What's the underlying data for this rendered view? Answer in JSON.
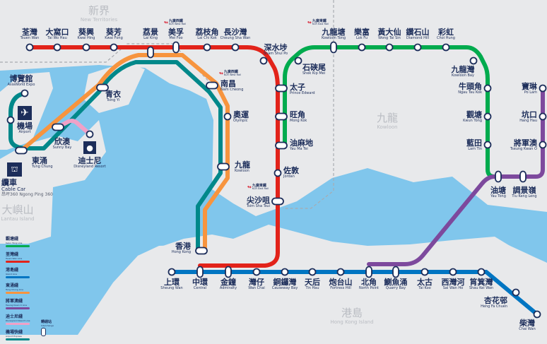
{
  "colors": {
    "tsuen_wan": "#e2231a",
    "kwun_tong": "#00ab4e",
    "island": "#0075c2",
    "tung_chung": "#f7943e",
    "tseung_kwan_o": "#7d499d",
    "disneyland": "#f0a1c7",
    "airport_express": "#00888a",
    "water": "#80c6ec",
    "land": "#e8e9eb",
    "text": "#1c2d5a"
  },
  "areas": [
    {
      "zh": "新界",
      "en": "New Territories"
    },
    {
      "zh": "九龍",
      "en": "Kowloon"
    },
    {
      "zh": "港島",
      "en": "Hong Kong Island"
    },
    {
      "zh": "大嶼山",
      "en": "Lantau Island"
    }
  ],
  "kcr": [
    {
      "zh": "九廣西鐵",
      "en": "KCR West Rail"
    },
    {
      "zh": "九廣西鐵",
      "en": "KCR West Rail"
    },
    {
      "zh": "九廣東鐵",
      "en": "KCR East Rail"
    },
    {
      "zh": "九廣東鐵",
      "en": "KCR East Rail"
    }
  ],
  "cable_car": {
    "zh": "纜車",
    "en": "Cable Car",
    "sub": "昂坪360 Ngong Ping 360"
  },
  "stations": [
    {
      "zh": "荃灣",
      "en": "Tsuen Wan"
    },
    {
      "zh": "大窩口",
      "en": "Tai Wo Hau"
    },
    {
      "zh": "葵興",
      "en": "Kwai Hing"
    },
    {
      "zh": "葵芳",
      "en": "Kwai Fong"
    },
    {
      "zh": "荔景",
      "en": "Lai King"
    },
    {
      "zh": "美孚",
      "en": "Mei Foo"
    },
    {
      "zh": "荔枝角",
      "en": "Lai Chi Kok"
    },
    {
      "zh": "長沙灣",
      "en": "Cheung Sha Wan"
    },
    {
      "zh": "深水埗",
      "en": "Sham Shui Po"
    },
    {
      "zh": "太子",
      "en": "Prince Edward"
    },
    {
      "zh": "旺角",
      "en": "Mong Kok"
    },
    {
      "zh": "油麻地",
      "en": "Yau Ma Tei"
    },
    {
      "zh": "佐敦",
      "en": "Jordan"
    },
    {
      "zh": "尖沙咀",
      "en": "Tsim Sha Tsui"
    },
    {
      "zh": "石硤尾",
      "en": "Shek Kip Mei"
    },
    {
      "zh": "九龍塘",
      "en": "Kowloon Tong"
    },
    {
      "zh": "樂富",
      "en": "Lok Fu"
    },
    {
      "zh": "黃大仙",
      "en": "Wong Tai Sin"
    },
    {
      "zh": "鑽石山",
      "en": "Diamond Hill"
    },
    {
      "zh": "彩虹",
      "en": "Choi Hung"
    },
    {
      "zh": "九龍灣",
      "en": "Kowloon Bay"
    },
    {
      "zh": "牛頭角",
      "en": "Ngau Tau Kok"
    },
    {
      "zh": "觀塘",
      "en": "Kwun Tong"
    },
    {
      "zh": "藍田",
      "en": "Lam Tin"
    },
    {
      "zh": "油塘",
      "en": "Yau Tong"
    },
    {
      "zh": "調景嶺",
      "en": "Tiu Keng Leng"
    },
    {
      "zh": "寶琳",
      "en": "Po Lam"
    },
    {
      "zh": "坑口",
      "en": "Hang Hau"
    },
    {
      "zh": "將軍澳",
      "en": "Tseung Kwan O"
    },
    {
      "zh": "南昌",
      "en": "Nam Cheong"
    },
    {
      "zh": "奧運",
      "en": "Olympic"
    },
    {
      "zh": "九龍",
      "en": "Kowloon"
    },
    {
      "zh": "香港",
      "en": "Hong Kong"
    },
    {
      "zh": "青衣",
      "en": "Tsing Yi"
    },
    {
      "zh": "欣澳",
      "en": "Sunny Bay"
    },
    {
      "zh": "東涌",
      "en": "Tung Chung"
    },
    {
      "zh": "機場",
      "en": "Airport"
    },
    {
      "zh": "博覽館",
      "en": "AsiaWorld Expo"
    },
    {
      "zh": "迪士尼",
      "en": "Disneyland Resort"
    },
    {
      "zh": "上環",
      "en": "Sheung Wan"
    },
    {
      "zh": "中環",
      "en": "Central"
    },
    {
      "zh": "金鐘",
      "en": "Admiralty"
    },
    {
      "zh": "灣仔",
      "en": "Wan Chai"
    },
    {
      "zh": "銅鑼灣",
      "en": "Causeway Bay"
    },
    {
      "zh": "天后",
      "en": "Tin Hau"
    },
    {
      "zh": "炮台山",
      "en": "Fortress Hill"
    },
    {
      "zh": "北角",
      "en": "North Point"
    },
    {
      "zh": "鰂魚涌",
      "en": "Quarry Bay"
    },
    {
      "zh": "太古",
      "en": "Tai Koo"
    },
    {
      "zh": "西灣河",
      "en": "Sai Wan Ho"
    },
    {
      "zh": "筲箕灣",
      "en": "Shau Kei Wan"
    },
    {
      "zh": "杏花邨",
      "en": "Heng Fa Chuen"
    },
    {
      "zh": "柴灣",
      "en": "Chai Wan"
    }
  ],
  "legend": [
    {
      "zh": "觀塘綫",
      "en": "Kwun Tong Line",
      "color": "#00ab4e"
    },
    {
      "zh": "荃灣綫",
      "en": "Tsuen Wan Line",
      "color": "#e2231a"
    },
    {
      "zh": "港島綫",
      "en": "Island Line",
      "color": "#0075c2"
    },
    {
      "zh": "東涌綫",
      "en": "Tung Chung Line",
      "color": "#f7943e"
    },
    {
      "zh": "將軍澳綫",
      "en": "Tseung Kwan O Line",
      "color": "#7d499d"
    },
    {
      "zh": "迪士尼綫",
      "en": "Disneyland Resort Line",
      "color": "#f0a1c7"
    },
    {
      "zh": "機場快綫",
      "en": "Airport Express",
      "color": "#00888a"
    }
  ],
  "interchange_legend": {
    "zh": "轉綫站",
    "en": "Interchange"
  }
}
